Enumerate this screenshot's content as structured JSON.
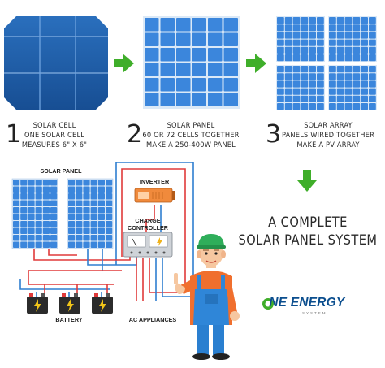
{
  "steps": [
    {
      "number": "1",
      "lines": [
        "SOLAR CELL",
        "ONE SOLAR CELL",
        "MEASURES 6\" X 6\""
      ]
    },
    {
      "number": "2",
      "lines": [
        "SOLAR PANEL",
        "60 OR 72 CELLS TOGETHER",
        "MAKE A 250-400W PANEL"
      ]
    },
    {
      "number": "3",
      "lines": [
        "SOLAR ARRAY",
        "PANELS WIRED TOGETHER",
        "MAKE A PV ARRAY"
      ]
    }
  ],
  "headline": {
    "line1": "A COMPLETE",
    "line2": "SOLAR PANEL SYSTEM"
  },
  "diagram_labels": {
    "solar_panel": "SOLAR PANEL",
    "inverter": "INVERTER",
    "charge_controller_line1": "CHARGE",
    "charge_controller_line2": "CONTROLLER",
    "battery": "BATTERY",
    "ac_appliances": "AC APPLIANCES"
  },
  "brand": {
    "name": "ONE ENERGY",
    "sub": "SYSTEM"
  },
  "colors": {
    "arrow_green": "#3fae2a",
    "cell_blue": "#1f5fa8",
    "panel_blue": "#3b86dc",
    "wire_red": "#e03a3a",
    "wire_blue": "#2f7fd0",
    "brand_blue": "#0b4e8e"
  },
  "icons": [
    "arrow-right-icon",
    "arrow-down-icon",
    "battery-icon",
    "gauge-icon",
    "sun-icon"
  ]
}
